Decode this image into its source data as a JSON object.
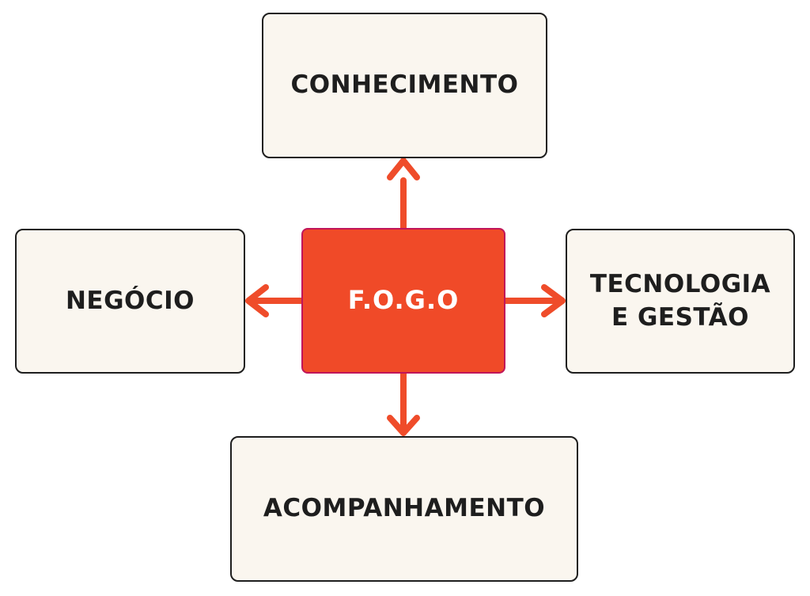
{
  "diagram": {
    "center": {
      "label": "F.O.G.O"
    },
    "top": {
      "label": "CONHECIMENTO"
    },
    "left": {
      "label": "NEGÓCIO"
    },
    "right": {
      "lines": [
        "TECNOLOGIA",
        "E GESTÃO"
      ]
    },
    "bottom": {
      "label": "ACOMPANHAMENTO"
    },
    "colors": {
      "center_fill": "#f04a28",
      "center_border": "#c0155a",
      "box_fill": "#faf6ef",
      "box_border": "#1e1e1e",
      "arrow": "#ef4c2a",
      "text_dark": "#1e1e1e",
      "text_light": "#ffffff"
    }
  }
}
